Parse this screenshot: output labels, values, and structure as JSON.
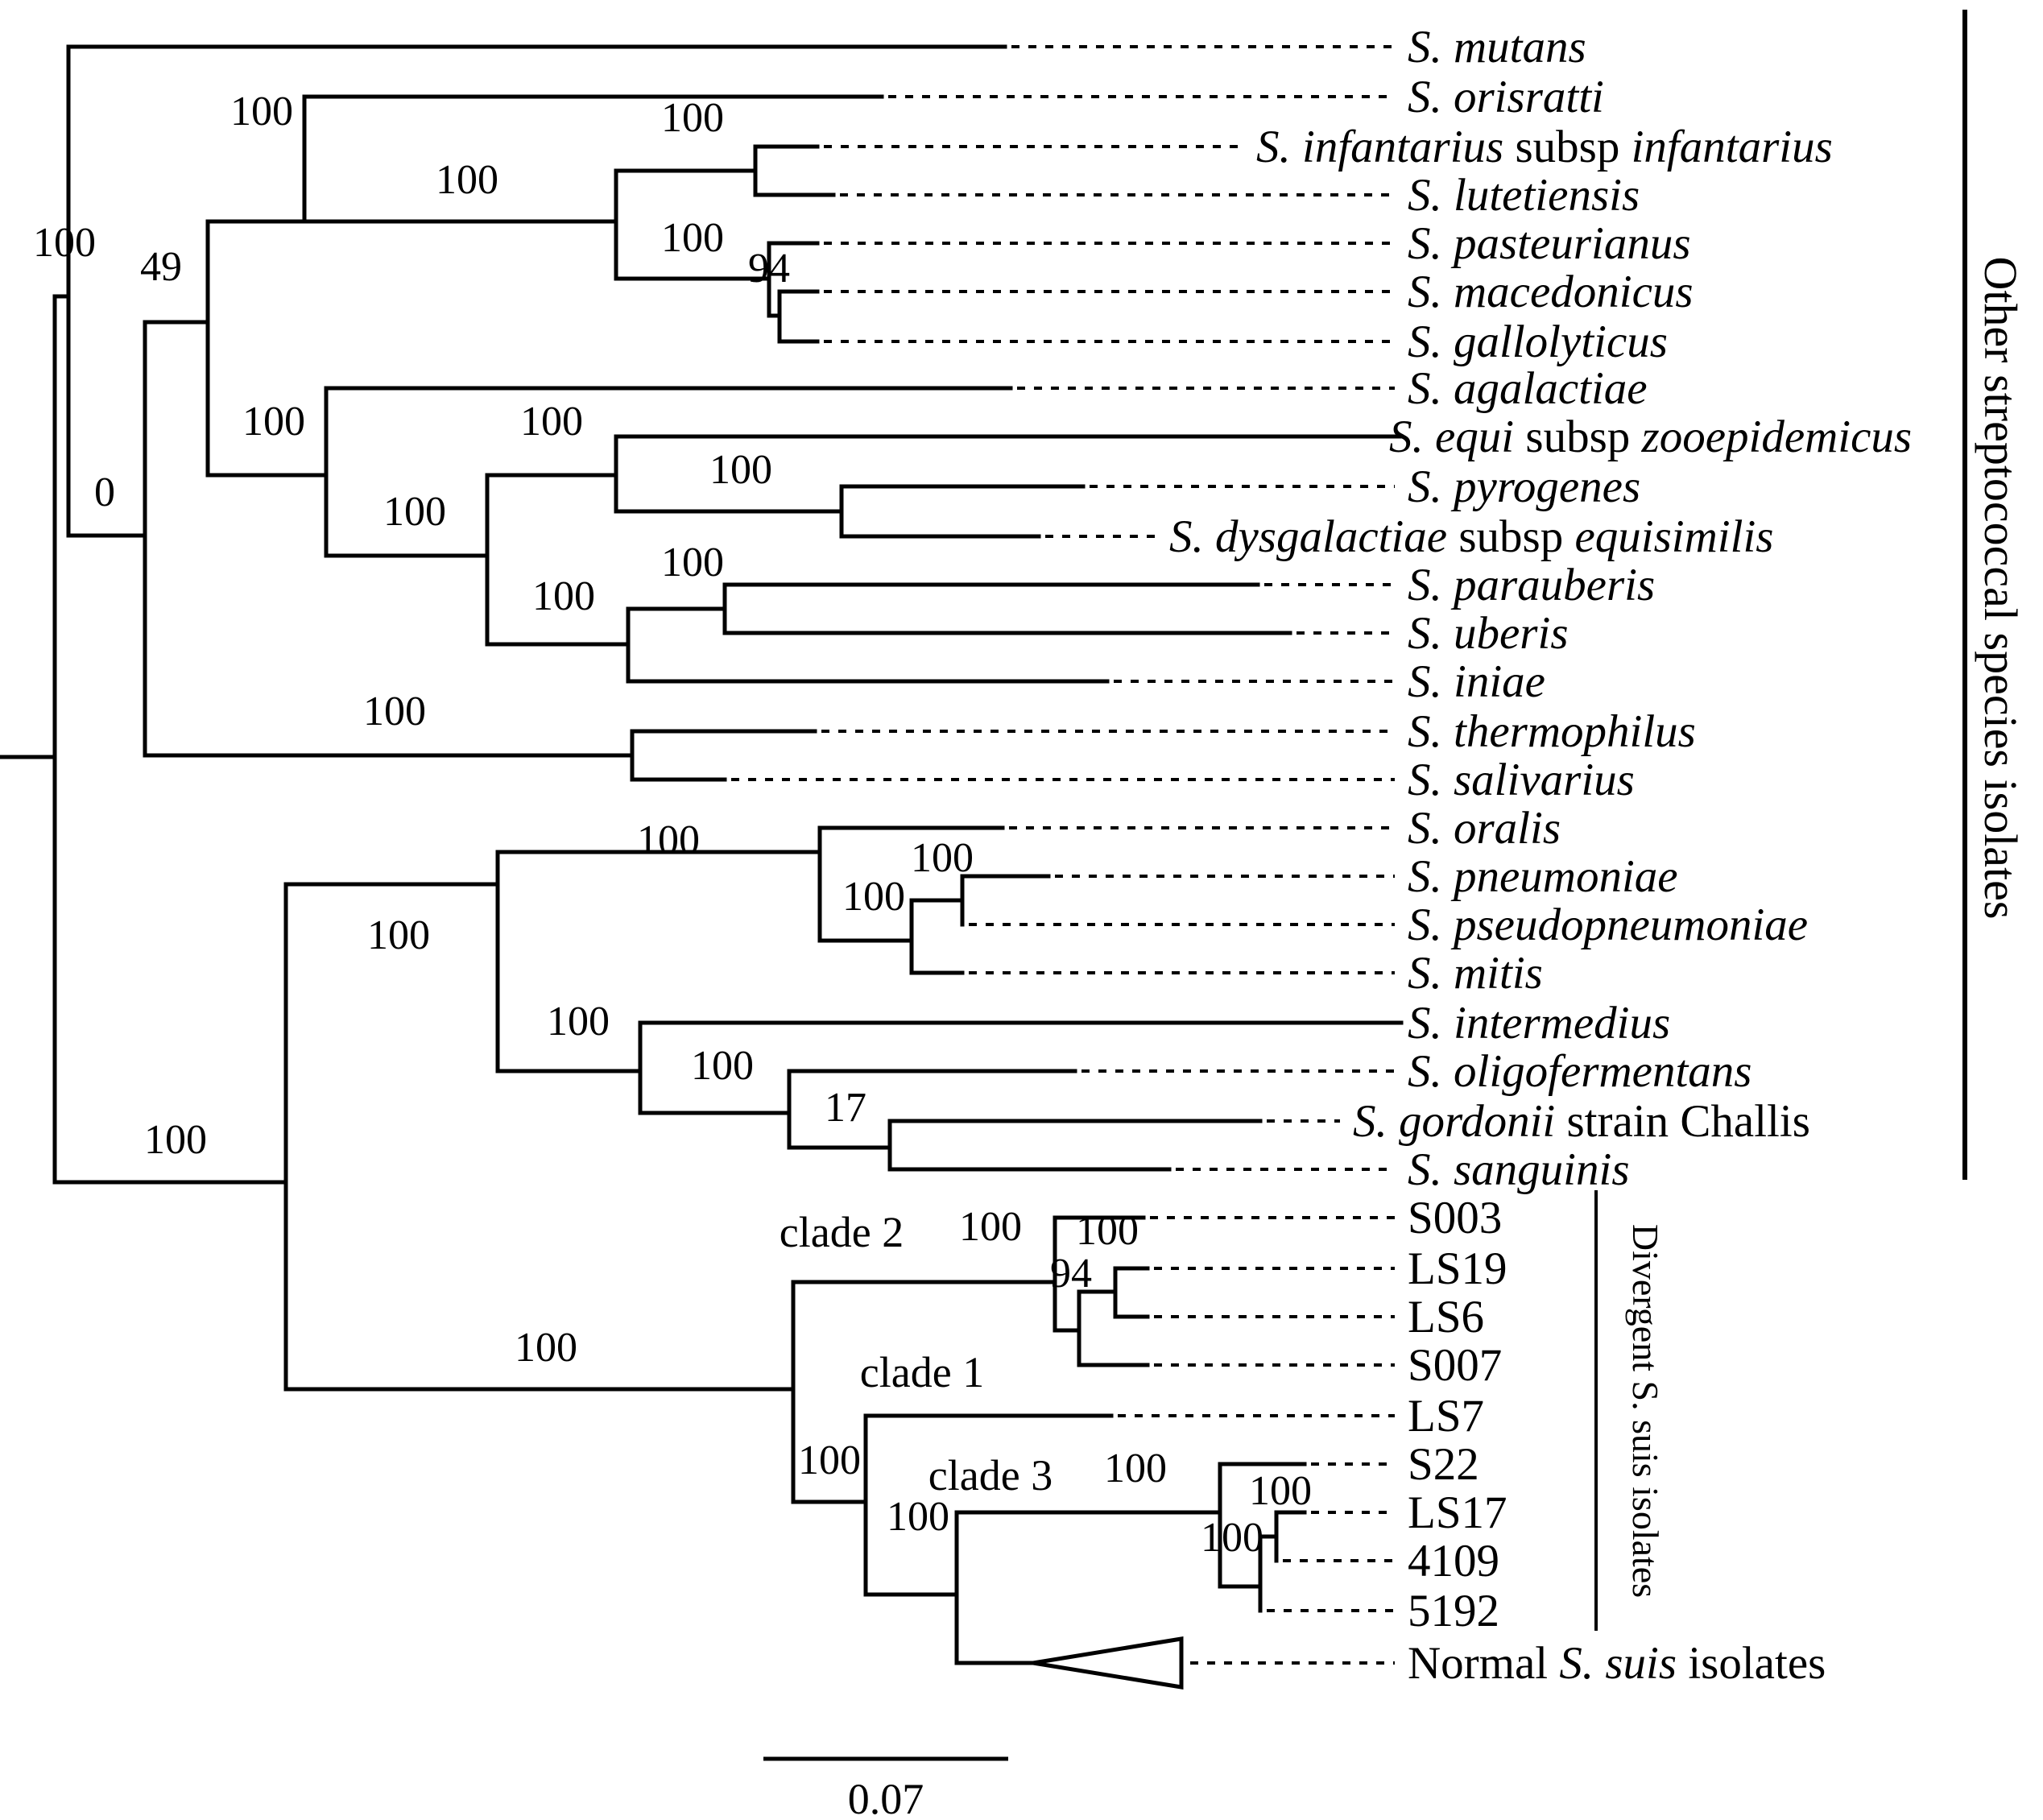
{
  "tips": [
    {
      "id": "mutans",
      "parts": [
        {
          "t": "S. mutans",
          "i": true
        }
      ]
    },
    {
      "id": "orisratti",
      "parts": [
        {
          "t": "S. orisratti",
          "i": true
        }
      ]
    },
    {
      "id": "infantarius",
      "parts": [
        {
          "t": "S. infantarius",
          "i": true
        },
        {
          "t": " subsp ",
          "i": false
        },
        {
          "t": "infantarius",
          "i": true
        }
      ]
    },
    {
      "id": "lutetiensis",
      "parts": [
        {
          "t": "S. lutetiensis",
          "i": true
        }
      ]
    },
    {
      "id": "pasteurianus",
      "parts": [
        {
          "t": "S. pasteurianus",
          "i": true
        }
      ]
    },
    {
      "id": "macedonicus",
      "parts": [
        {
          "t": "S. macedonicus",
          "i": true
        }
      ]
    },
    {
      "id": "gallolyticus",
      "parts": [
        {
          "t": "S. gallolyticus",
          "i": true
        }
      ]
    },
    {
      "id": "agalactiae",
      "parts": [
        {
          "t": "S. agalactiae",
          "i": true
        }
      ]
    },
    {
      "id": "equi",
      "parts": [
        {
          "t": "S. equi",
          "i": true
        },
        {
          "t": " subsp ",
          "i": false
        },
        {
          "t": "zooepidemicus",
          "i": true
        }
      ]
    },
    {
      "id": "pyrogenes",
      "parts": [
        {
          "t": "S. pyrogenes",
          "i": true
        }
      ]
    },
    {
      "id": "dysgalactiae",
      "parts": [
        {
          "t": "S. dysgalactiae",
          "i": true
        },
        {
          "t": " subsp ",
          "i": false
        },
        {
          "t": "equisimilis",
          "i": true
        }
      ]
    },
    {
      "id": "parauberis",
      "parts": [
        {
          "t": "S. parauberis",
          "i": true
        }
      ]
    },
    {
      "id": "uberis",
      "parts": [
        {
          "t": "S. uberis",
          "i": true
        }
      ]
    },
    {
      "id": "iniae",
      "parts": [
        {
          "t": "S. iniae",
          "i": true
        }
      ]
    },
    {
      "id": "thermophilus",
      "parts": [
        {
          "t": "S. thermophilus",
          "i": true
        }
      ]
    },
    {
      "id": "salivarius",
      "parts": [
        {
          "t": "S. salivarius",
          "i": true
        }
      ]
    },
    {
      "id": "oralis",
      "parts": [
        {
          "t": "S. oralis",
          "i": true
        }
      ]
    },
    {
      "id": "pneumoniae",
      "parts": [
        {
          "t": "S. pneumoniae",
          "i": true
        }
      ]
    },
    {
      "id": "pseudopneumoniae",
      "parts": [
        {
          "t": "S. pseudopneumoniae",
          "i": true
        }
      ]
    },
    {
      "id": "mitis",
      "parts": [
        {
          "t": "S. mitis",
          "i": true
        }
      ]
    },
    {
      "id": "intermedius",
      "parts": [
        {
          "t": "S. intermedius",
          "i": true
        }
      ]
    },
    {
      "id": "oligofermentans",
      "parts": [
        {
          "t": "S. oligofermentans",
          "i": true
        }
      ]
    },
    {
      "id": "gordonii",
      "parts": [
        {
          "t": "S. gordonii",
          "i": true
        },
        {
          "t": " strain Challis",
          "i": false
        }
      ]
    },
    {
      "id": "sanguinis",
      "parts": [
        {
          "t": "S. sanguinis",
          "i": true
        }
      ]
    },
    {
      "id": "S003",
      "parts": [
        {
          "t": "S003",
          "i": false
        }
      ]
    },
    {
      "id": "LS19",
      "parts": [
        {
          "t": "LS19",
          "i": false
        }
      ]
    },
    {
      "id": "LS6",
      "parts": [
        {
          "t": "LS6",
          "i": false
        }
      ]
    },
    {
      "id": "S007",
      "parts": [
        {
          "t": "S007",
          "i": false
        }
      ]
    },
    {
      "id": "LS7",
      "parts": [
        {
          "t": "LS7",
          "i": false
        }
      ]
    },
    {
      "id": "S22",
      "parts": [
        {
          "t": "S22",
          "i": false
        }
      ]
    },
    {
      "id": "LS17",
      "parts": [
        {
          "t": "LS17",
          "i": false
        }
      ]
    },
    {
      "id": "4109",
      "parts": [
        {
          "t": "4109",
          "i": false
        }
      ]
    },
    {
      "id": "5192",
      "parts": [
        {
          "t": "5192",
          "i": false
        }
      ]
    },
    {
      "id": "normal",
      "parts": [
        {
          "t": "Normal ",
          "i": false
        },
        {
          "t": "S. suis",
          "i": true
        },
        {
          "t": " isolates",
          "i": false
        }
      ]
    }
  ],
  "support_values": [
    "100",
    "0",
    "49",
    "100",
    "100",
    "100",
    "100",
    "94",
    "100",
    "100",
    "100",
    "100",
    "100",
    "100",
    "100",
    "100",
    "100",
    "100",
    "100",
    "100",
    "100",
    "17",
    "100",
    "100",
    "100",
    "94",
    "100",
    "100",
    "100",
    "100",
    "100",
    "100"
  ],
  "clade_labels": [
    "clade 2",
    "clade 1",
    "clade 3"
  ],
  "groups": {
    "other": "Other streptococcal species isolates",
    "divergent_parts": [
      {
        "t": "Divergent ",
        "i": false
      },
      {
        "t": "S. suis",
        "i": true
      },
      {
        "t": " isolates",
        "i": false
      }
    ]
  },
  "scale_bar": {
    "label": "0.07"
  }
}
